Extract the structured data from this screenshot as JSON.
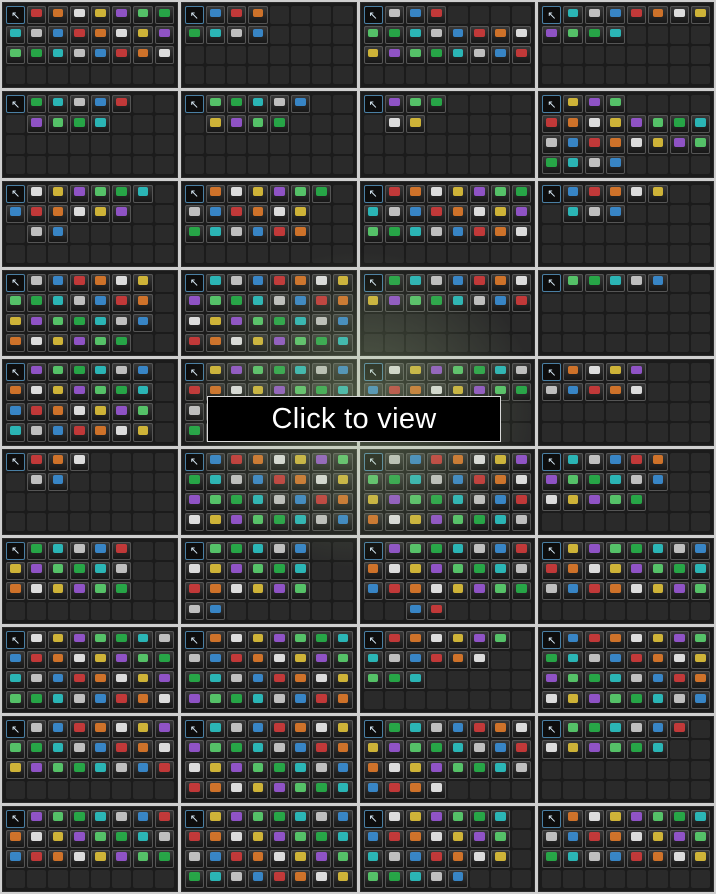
{
  "overlay": {
    "button_label": "Click to view"
  },
  "palette": [
    "#3a8fd6",
    "#27b34a",
    "#e0c23a",
    "#d23b3b",
    "#2bc4c4",
    "#9a58d6",
    "#e07a2a",
    "#cfcfcf",
    "#5ad26f",
    "#f0f0f0"
  ],
  "pages": [
    {
      "filled": [
        0,
        1,
        2,
        3,
        4,
        5,
        6,
        7,
        8,
        9,
        10,
        11,
        12,
        13,
        14,
        15,
        16,
        17,
        18,
        19,
        20,
        21,
        22,
        23
      ]
    },
    {
      "filled": [
        0,
        1,
        2,
        3,
        8,
        9,
        10,
        11
      ]
    },
    {
      "filled": [
        0,
        1,
        2,
        3,
        8,
        9,
        10,
        11,
        12,
        13,
        14,
        15,
        16,
        17,
        18,
        19,
        20,
        21,
        22,
        23
      ]
    },
    {
      "filled": [
        0,
        1,
        2,
        3,
        4,
        5,
        6,
        7,
        8,
        9,
        10,
        11
      ]
    },
    {
      "filled": [
        0,
        1,
        2,
        3,
        4,
        5,
        9,
        10,
        11,
        12
      ]
    },
    {
      "filled": [
        0,
        1,
        2,
        3,
        4,
        5,
        9,
        10,
        11,
        12
      ]
    },
    {
      "filled": [
        0,
        1,
        2,
        3,
        9,
        10
      ]
    },
    {
      "filled": [
        0,
        1,
        2,
        3,
        8,
        9,
        10,
        11,
        12,
        13,
        14,
        15,
        16,
        17,
        18,
        19,
        20,
        21,
        22,
        23,
        24,
        25,
        26,
        27
      ]
    },
    {
      "filled": [
        0,
        1,
        2,
        3,
        4,
        5,
        6,
        8,
        9,
        10,
        11,
        12,
        13,
        17,
        18
      ]
    },
    {
      "filled": [
        0,
        1,
        2,
        3,
        4,
        5,
        6,
        8,
        9,
        10,
        11,
        12,
        13,
        16,
        17,
        18,
        19,
        20,
        21
      ]
    },
    {
      "filled": [
        0,
        1,
        2,
        3,
        4,
        5,
        6,
        7,
        8,
        9,
        10,
        11,
        12,
        13,
        14,
        15,
        16,
        17,
        18,
        19,
        20,
        21,
        22,
        23
      ]
    },
    {
      "filled": [
        0,
        1,
        2,
        3,
        4,
        5,
        9,
        10,
        11
      ]
    },
    {
      "filled": [
        0,
        1,
        2,
        3,
        4,
        5,
        6,
        8,
        9,
        10,
        11,
        12,
        13,
        14,
        16,
        17,
        18,
        19,
        20,
        21,
        22,
        24,
        25,
        26,
        27,
        28,
        29
      ]
    },
    {
      "filled": [
        0,
        1,
        2,
        3,
        4,
        5,
        6,
        7,
        8,
        9,
        10,
        11,
        12,
        13,
        14,
        15,
        16,
        17,
        18,
        19,
        20,
        21,
        22,
        23,
        24,
        25,
        26,
        27,
        28,
        29,
        30,
        31
      ]
    },
    {
      "filled": [
        0,
        1,
        2,
        3,
        4,
        5,
        6,
        7,
        8,
        9,
        10,
        11,
        12,
        13,
        14,
        15
      ]
    },
    {
      "filled": [
        0,
        1,
        2,
        3,
        4,
        5
      ]
    },
    {
      "filled": [
        0,
        1,
        2,
        3,
        4,
        5,
        6,
        8,
        9,
        10,
        11,
        12,
        13,
        14,
        16,
        17,
        18,
        19,
        20,
        21,
        22,
        24,
        25,
        26,
        27,
        28,
        29,
        30
      ]
    },
    {
      "filled": [
        0,
        1,
        2,
        3,
        4,
        5,
        6,
        7,
        8,
        9,
        10,
        11,
        12,
        13,
        14,
        15,
        16,
        17,
        18,
        19,
        20,
        21,
        22,
        23,
        24,
        25,
        26,
        27,
        28,
        29,
        30,
        31
      ]
    },
    {
      "filled": [
        0,
        1,
        2,
        3,
        4,
        5,
        6,
        7,
        8,
        9,
        10,
        11,
        12,
        13,
        14,
        15
      ]
    },
    {
      "filled": [
        0,
        1,
        2,
        3,
        4,
        8,
        9,
        10,
        11,
        12
      ]
    },
    {
      "filled": [
        0,
        1,
        2,
        3,
        9,
        10
      ]
    },
    {
      "filled": [
        0,
        1,
        2,
        3,
        4,
        5,
        6,
        7,
        8,
        9,
        10,
        11,
        12,
        13,
        14,
        15,
        16,
        17,
        18,
        19,
        20,
        21,
        22,
        23,
        24,
        25,
        26,
        27,
        28,
        29,
        30,
        31
      ]
    },
    {
      "filled": [
        0,
        1,
        2,
        3,
        4,
        5,
        6,
        7,
        8,
        9,
        10,
        11,
        12,
        13,
        14,
        15,
        16,
        17,
        18,
        19,
        20,
        21,
        22,
        23,
        24,
        25,
        26,
        27,
        28,
        29,
        30,
        31
      ]
    },
    {
      "filled": [
        0,
        1,
        2,
        3,
        4,
        5,
        8,
        9,
        10,
        11,
        12,
        13,
        16,
        17,
        18,
        19,
        20
      ]
    },
    {
      "filled": [
        0,
        1,
        2,
        3,
        4,
        5,
        8,
        9,
        10,
        11,
        12,
        13,
        16,
        17,
        18,
        19,
        20,
        21
      ]
    },
    {
      "filled": [
        0,
        1,
        2,
        3,
        4,
        5,
        8,
        9,
        10,
        11,
        12,
        13,
        16,
        17,
        18,
        19,
        20,
        21,
        24,
        25
      ]
    },
    {
      "filled": [
        0,
        1,
        2,
        3,
        4,
        5,
        6,
        7,
        8,
        9,
        10,
        11,
        12,
        13,
        14,
        15,
        16,
        17,
        18,
        19,
        20,
        21,
        22,
        23,
        26,
        27
      ]
    },
    {
      "filled": [
        0,
        1,
        2,
        3,
        4,
        5,
        6,
        7,
        8,
        9,
        10,
        11,
        12,
        13,
        14,
        15,
        16,
        17,
        18,
        19,
        20,
        21,
        22,
        23
      ]
    },
    {
      "filled": [
        0,
        1,
        2,
        3,
        4,
        5,
        6,
        7,
        8,
        9,
        10,
        11,
        12,
        13,
        14,
        15,
        16,
        17,
        18,
        19,
        20,
        21,
        22,
        23,
        24,
        25,
        26,
        27,
        28,
        29,
        30,
        31
      ]
    },
    {
      "filled": [
        0,
        1,
        2,
        3,
        4,
        5,
        6,
        7,
        8,
        9,
        10,
        11,
        12,
        13,
        14,
        15,
        16,
        17,
        18,
        19,
        20,
        21,
        22,
        23,
        24,
        25,
        26,
        27,
        28,
        29,
        30,
        31
      ]
    },
    {
      "filled": [
        0,
        1,
        2,
        3,
        4,
        5,
        6,
        8,
        9,
        10,
        11,
        12,
        13,
        16,
        17,
        18
      ]
    },
    {
      "filled": [
        0,
        1,
        2,
        3,
        4,
        5,
        6,
        7,
        8,
        9,
        10,
        11,
        12,
        13,
        14,
        15,
        16,
        17,
        18,
        19,
        20,
        21,
        22,
        23,
        24,
        25,
        26,
        27,
        28,
        29,
        30,
        31
      ]
    },
    {
      "filled": [
        0,
        1,
        2,
        3,
        4,
        5,
        6,
        7,
        8,
        9,
        10,
        11,
        12,
        13,
        14,
        15,
        16,
        17,
        18,
        19,
        20,
        21,
        22,
        23
      ]
    },
    {
      "filled": [
        0,
        1,
        2,
        3,
        4,
        5,
        6,
        7,
        8,
        9,
        10,
        11,
        12,
        13,
        14,
        15,
        16,
        17,
        18,
        19,
        20,
        21,
        22,
        23,
        24,
        25,
        26,
        27,
        28,
        29,
        30,
        31
      ]
    },
    {
      "filled": [
        0,
        1,
        2,
        3,
        4,
        5,
        6,
        7,
        8,
        9,
        10,
        11,
        12,
        13,
        14,
        15,
        16,
        17,
        18,
        19,
        20,
        21,
        22,
        23,
        24,
        25,
        26,
        27
      ]
    },
    {
      "filled": [
        0,
        1,
        2,
        3,
        4,
        5,
        6,
        8,
        9,
        10,
        11,
        12,
        13
      ]
    },
    {
      "filled": [
        0,
        1,
        2,
        3,
        4,
        5,
        6,
        7,
        8,
        9,
        10,
        11,
        12,
        13,
        14,
        15,
        16,
        17,
        18,
        19,
        20,
        21,
        22,
        23
      ]
    },
    {
      "filled": [
        0,
        1,
        2,
        3,
        4,
        5,
        6,
        7,
        8,
        9,
        10,
        11,
        12,
        13,
        14,
        15,
        16,
        17,
        18,
        19,
        20,
        21,
        22,
        23,
        24,
        25,
        26,
        27,
        28,
        29,
        30,
        31
      ]
    },
    {
      "filled": [
        0,
        1,
        2,
        3,
        4,
        5,
        6,
        8,
        9,
        10,
        11,
        12,
        13,
        14,
        16,
        17,
        18,
        19,
        20,
        21,
        22,
        24,
        25,
        26,
        27,
        28
      ]
    },
    {
      "filled": [
        0,
        1,
        2,
        3,
        4,
        5,
        6,
        7,
        8,
        9,
        10,
        11,
        12,
        13,
        14,
        15,
        16,
        17,
        18,
        19,
        20,
        21,
        22,
        23
      ]
    }
  ]
}
